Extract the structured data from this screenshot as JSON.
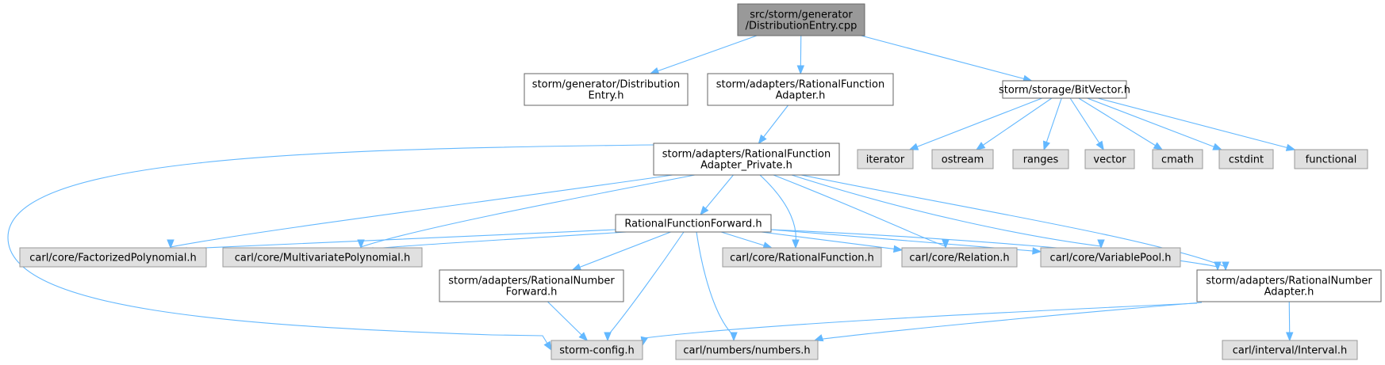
{
  "diagram": {
    "colors": {
      "edge": "#63b8ff",
      "root_fill": "#999999",
      "node_fill": "#ffffff",
      "external_fill": "#e0e0e0",
      "border": "#666666"
    },
    "nodes": [
      {
        "id": "root",
        "lines": [
          "src/storm/generator",
          "/DistributionEntry.cpp"
        ],
        "style": "root"
      },
      {
        "id": "distEntryH",
        "lines": [
          "storm/generator/Distribution",
          "Entry.h"
        ],
        "style": "white"
      },
      {
        "id": "rfAdapter",
        "lines": [
          "storm/adapters/RationalFunction",
          "Adapter.h"
        ],
        "style": "white"
      },
      {
        "id": "bitvector",
        "lines": [
          "storm/storage/BitVector.h"
        ],
        "style": "white"
      },
      {
        "id": "iterator",
        "lines": [
          "iterator"
        ],
        "style": "grey"
      },
      {
        "id": "ostream",
        "lines": [
          "ostream"
        ],
        "style": "grey"
      },
      {
        "id": "ranges",
        "lines": [
          "ranges"
        ],
        "style": "grey"
      },
      {
        "id": "vector",
        "lines": [
          "vector"
        ],
        "style": "grey"
      },
      {
        "id": "cmath",
        "lines": [
          "cmath"
        ],
        "style": "grey"
      },
      {
        "id": "cstdint",
        "lines": [
          "cstdint"
        ],
        "style": "grey"
      },
      {
        "id": "functional",
        "lines": [
          "functional"
        ],
        "style": "grey"
      },
      {
        "id": "rfAdapterPriv",
        "lines": [
          "storm/adapters/RationalFunction",
          "Adapter_Private.h"
        ],
        "style": "white"
      },
      {
        "id": "rfForward",
        "lines": [
          "RationalFunctionForward.h"
        ],
        "style": "white"
      },
      {
        "id": "factPoly",
        "lines": [
          "carl/core/FactorizedPolynomial.h"
        ],
        "style": "grey"
      },
      {
        "id": "multiPoly",
        "lines": [
          "carl/core/MultivariatePolynomial.h"
        ],
        "style": "grey"
      },
      {
        "id": "rnForward",
        "lines": [
          "storm/adapters/RationalNumber",
          "Forward.h"
        ],
        "style": "white"
      },
      {
        "id": "ratFunc",
        "lines": [
          "carl/core/RationalFunction.h"
        ],
        "style": "grey"
      },
      {
        "id": "relation",
        "lines": [
          "carl/core/Relation.h"
        ],
        "style": "grey"
      },
      {
        "id": "varPool",
        "lines": [
          "carl/core/VariablePool.h"
        ],
        "style": "grey"
      },
      {
        "id": "rnAdapter",
        "lines": [
          "storm/adapters/RationalNumber",
          "Adapter.h"
        ],
        "style": "white"
      },
      {
        "id": "stormConfig",
        "lines": [
          "storm-config.h"
        ],
        "style": "grey"
      },
      {
        "id": "numbers",
        "lines": [
          "carl/numbers/numbers.h"
        ],
        "style": "grey"
      },
      {
        "id": "interval",
        "lines": [
          "carl/interval/Interval.h"
        ],
        "style": "grey"
      }
    ],
    "edges": [
      [
        "root",
        "distEntryH"
      ],
      [
        "root",
        "rfAdapter"
      ],
      [
        "root",
        "bitvector"
      ],
      [
        "bitvector",
        "iterator"
      ],
      [
        "bitvector",
        "ostream"
      ],
      [
        "bitvector",
        "ranges"
      ],
      [
        "bitvector",
        "vector"
      ],
      [
        "bitvector",
        "cmath"
      ],
      [
        "bitvector",
        "cstdint"
      ],
      [
        "bitvector",
        "functional"
      ],
      [
        "rfAdapter",
        "rfAdapterPriv"
      ],
      [
        "rfAdapterPriv",
        "stormConfig"
      ],
      [
        "rfAdapterPriv",
        "factPoly"
      ],
      [
        "rfAdapterPriv",
        "multiPoly"
      ],
      [
        "rfAdapterPriv",
        "rfForward"
      ],
      [
        "rfAdapterPriv",
        "ratFunc"
      ],
      [
        "rfAdapterPriv",
        "relation"
      ],
      [
        "rfAdapterPriv",
        "varPool"
      ],
      [
        "rfAdapterPriv",
        "rnAdapter"
      ],
      [
        "rfForward",
        "factPoly"
      ],
      [
        "rfForward",
        "multiPoly"
      ],
      [
        "rfForward",
        "rnForward"
      ],
      [
        "rfForward",
        "stormConfig"
      ],
      [
        "rfForward",
        "numbers"
      ],
      [
        "rfForward",
        "ratFunc"
      ],
      [
        "rfForward",
        "relation"
      ],
      [
        "rfForward",
        "varPool"
      ],
      [
        "rfForward",
        "rnAdapter"
      ],
      [
        "rnForward",
        "stormConfig"
      ],
      [
        "rnAdapter",
        "stormConfig"
      ],
      [
        "rnAdapter",
        "numbers"
      ],
      [
        "rnAdapter",
        "interval"
      ]
    ]
  }
}
